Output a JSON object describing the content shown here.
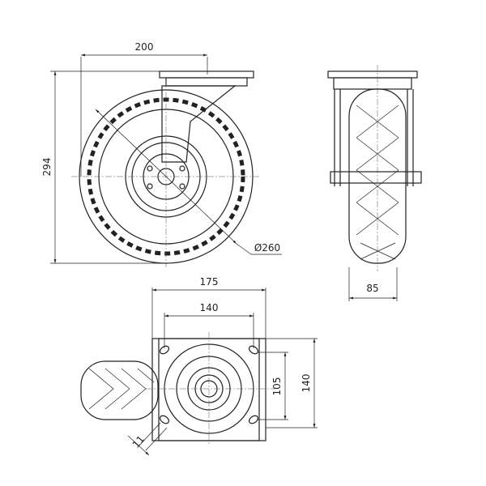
{
  "drawing": {
    "title": "Swivel caster wheel technical drawing",
    "dimensions": {
      "front_width": "200",
      "front_height": "294",
      "wheel_diameter": "Ø260",
      "side_width": "85",
      "plate_width": "175",
      "hole_spacing_x": "140",
      "hole_spacing_y": "105",
      "plate_height": "140",
      "slot_width": "11"
    }
  }
}
